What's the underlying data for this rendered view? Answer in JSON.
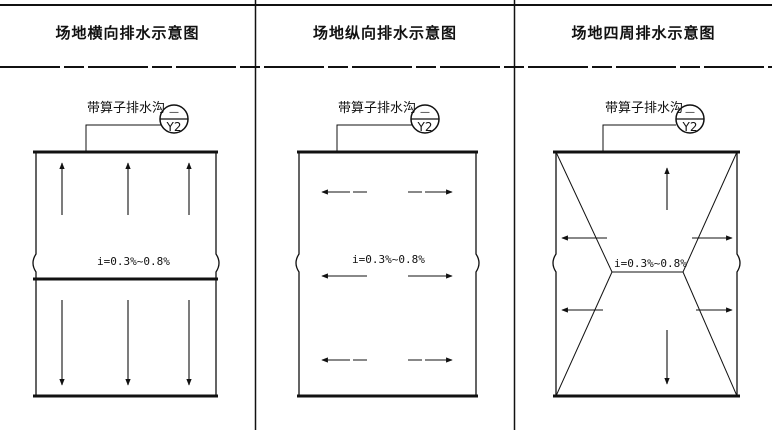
{
  "panels": [
    {
      "title": "场地横向排水示意图",
      "gutter_label": "带算子排水沟",
      "symbol_dash": "—",
      "symbol_code": "Y2",
      "slope_label": "i=0.3%~0.8%"
    },
    {
      "title": "场地纵向排水示意图",
      "gutter_label": "带算子排水沟",
      "symbol_dash": "—",
      "symbol_code": "Y2",
      "slope_label": "i=0.3%~0.8%"
    },
    {
      "title": "场地四周排水示意图",
      "gutter_label": "带算子排水沟",
      "symbol_dash": "—",
      "symbol_code": "Y2",
      "slope_label": "i=0.3%~0.8%"
    }
  ]
}
